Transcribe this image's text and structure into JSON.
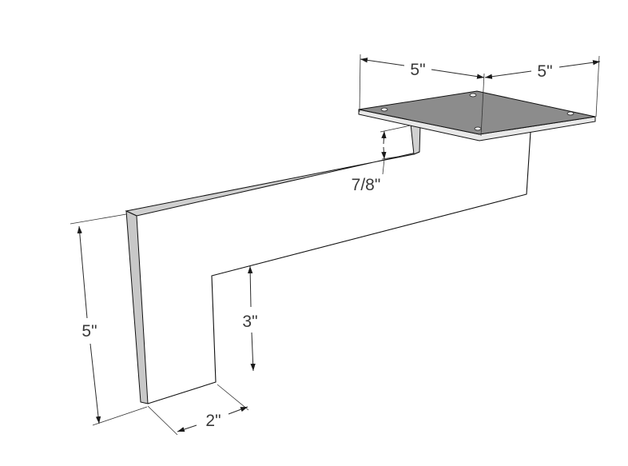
{
  "dimensions": {
    "plate_width": "5\"",
    "plate_depth": "5\"",
    "drop": "7/8\"",
    "leg_height": "5\"",
    "inner_height": "3\"",
    "foot_width": "2\""
  },
  "colors": {
    "plate_top": "#8c8c8c",
    "plate_edge": "#e6e6e6",
    "bar_edge": "#cfcfcf",
    "line": "#111111",
    "label": "#3a3a3a"
  }
}
